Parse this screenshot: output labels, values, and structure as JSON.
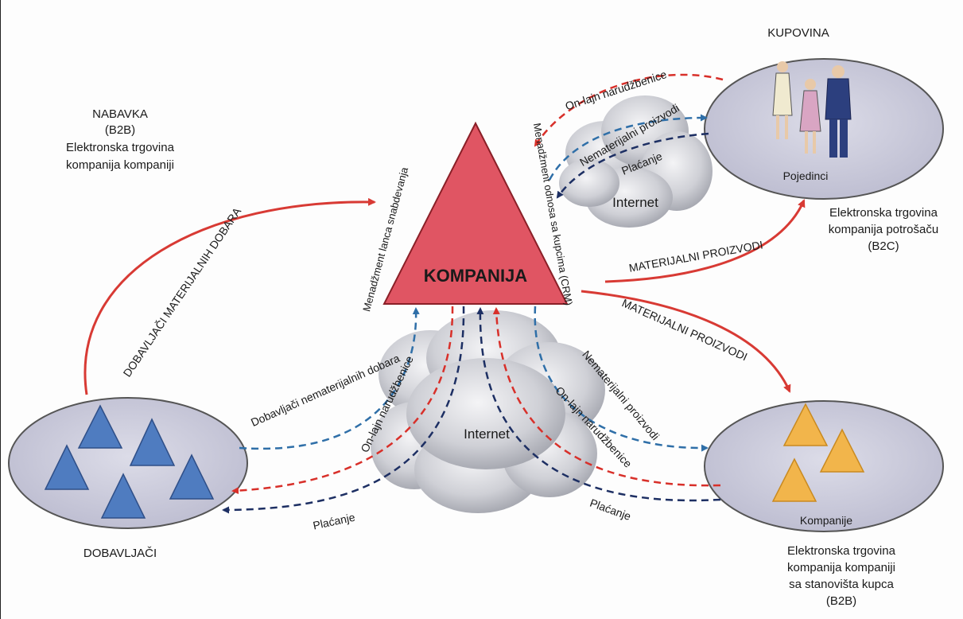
{
  "nabavka": {
    "title": "NABAVKA",
    "code": "(B2B)",
    "line1": "Elektronska trgovina",
    "line2": "kompanija kompaniji"
  },
  "kupovina": "KUPOVINA",
  "pojedinci": "Pojedinci",
  "b2c": {
    "line1": "Elektronska trgovina",
    "line2": "kompanija potrošaču",
    "code": "(B2C)"
  },
  "kompanija": "KOMPANIJA",
  "internet_top": "Internet",
  "internet_center": "Internet",
  "dobavljaci": "DOBAVLJAČI",
  "kompanije": "Kompanije",
  "b2b_buyer": {
    "line1": "Elektronska trgovina",
    "line2": "kompanija kompaniji",
    "line3": "sa stanovišta kupca",
    "code": "(B2B)"
  },
  "arrows": {
    "supply": "DOBAVLJAČI MATERIJALNIH DOBARA",
    "material_b2c": "MATERIJALNI PROIZVODI",
    "material_b2b": "MATERIJALNI PROIZVODI",
    "scm": "Menadžment lanca snabdevanja",
    "crm": "Menadžment odnosa sa kupcima (CRM)",
    "online_orders_top": "On-lajn narudžbenice",
    "immaterial_top": "Nematerijalni proizvodi",
    "payment_top": "Plaćanje",
    "supplier_immaterial": "Dobavljači nematerijalnih dobara",
    "online_orders_left": "On-lajn narudžbenice",
    "payment_left": "Plaćanje",
    "immaterial_right": "Nematerijalni proizvodi",
    "online_orders_right": "On-lajn narudžbenice",
    "payment_right": "Plaćanje"
  },
  "colors": {
    "triangle": "#e05563",
    "solid_arrow": "#d83a34",
    "dash_red": "#d8302a",
    "dash_blue": "#2f6fa8",
    "dash_navy": "#1d2f63",
    "ellipse": "#c9c9d9",
    "supplier_tri": "#4f7cc0",
    "company_tri": "#f2b54b"
  }
}
